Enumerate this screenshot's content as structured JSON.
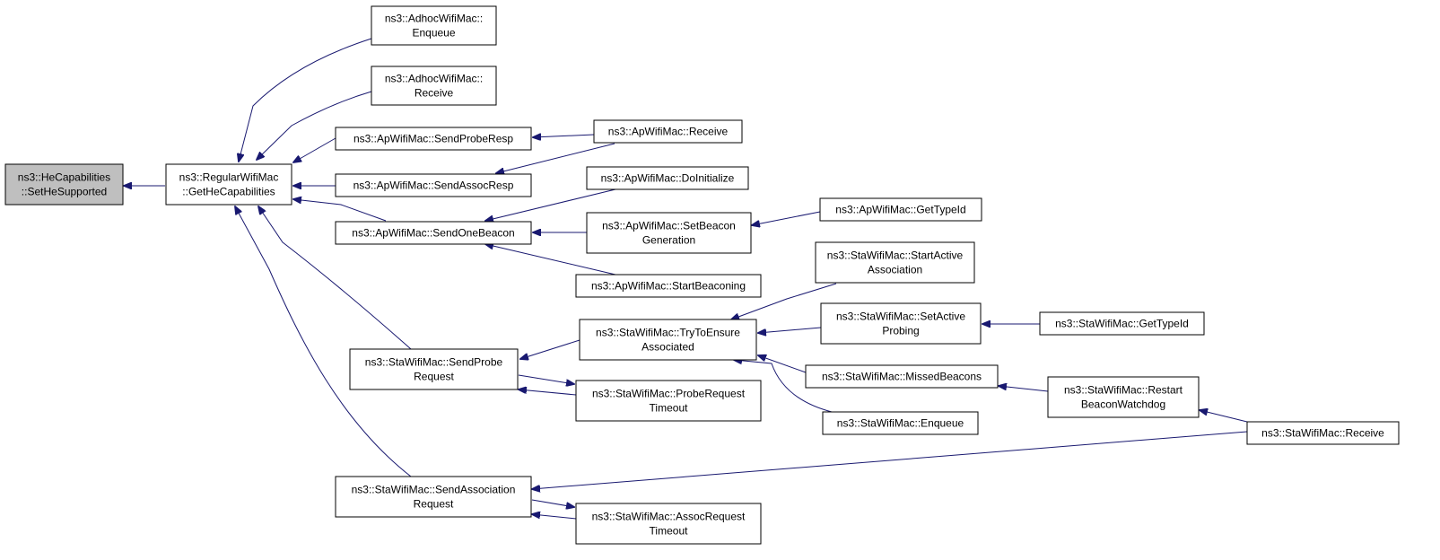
{
  "colors": {
    "edge": "#191970",
    "root_fill": "#bfbfbf",
    "node_fill": "#ffffff",
    "border": "#000000"
  },
  "nodes": [
    {
      "id": "n0",
      "lines": [
        "ns3::HeCapabilities",
        "::SetHeSupported"
      ],
      "highlighted": true
    },
    {
      "id": "n1",
      "lines": [
        "ns3::RegularWifiMac",
        "::GetHeCapabilities"
      ]
    },
    {
      "id": "n2",
      "lines": [
        "ns3::AdhocWifiMac::",
        "Enqueue"
      ]
    },
    {
      "id": "n3",
      "lines": [
        "ns3::AdhocWifiMac::",
        "Receive"
      ]
    },
    {
      "id": "n4",
      "lines": [
        "ns3::ApWifiMac::SendProbeResp"
      ]
    },
    {
      "id": "n5",
      "lines": [
        "ns3::ApWifiMac::SendAssocResp"
      ]
    },
    {
      "id": "n6",
      "lines": [
        "ns3::ApWifiMac::SendOneBeacon"
      ]
    },
    {
      "id": "n7",
      "lines": [
        "ns3::StaWifiMac::SendProbe",
        "Request"
      ]
    },
    {
      "id": "n8",
      "lines": [
        "ns3::StaWifiMac::SendAssociation",
        "Request"
      ]
    },
    {
      "id": "n9",
      "lines": [
        "ns3::ApWifiMac::Receive"
      ]
    },
    {
      "id": "n10",
      "lines": [
        "ns3::ApWifiMac::DoInitialize"
      ]
    },
    {
      "id": "n11",
      "lines": [
        "ns3::ApWifiMac::SetBeacon",
        "Generation"
      ]
    },
    {
      "id": "n12",
      "lines": [
        "ns3::ApWifiMac::StartBeaconing"
      ]
    },
    {
      "id": "n13",
      "lines": [
        "ns3::StaWifiMac::TryToEnsure",
        "Associated"
      ]
    },
    {
      "id": "n14",
      "lines": [
        "ns3::StaWifiMac::ProbeRequest",
        "Timeout"
      ]
    },
    {
      "id": "n15",
      "lines": [
        "ns3::StaWifiMac::AssocRequest",
        "Timeout"
      ]
    },
    {
      "id": "n16",
      "lines": [
        "ns3::ApWifiMac::GetTypeId"
      ]
    },
    {
      "id": "n17",
      "lines": [
        "ns3::StaWifiMac::StartActive",
        "Association"
      ]
    },
    {
      "id": "n18",
      "lines": [
        "ns3::StaWifiMac::SetActive",
        "Probing"
      ]
    },
    {
      "id": "n19",
      "lines": [
        "ns3::StaWifiMac::MissedBeacons"
      ]
    },
    {
      "id": "n20",
      "lines": [
        "ns3::StaWifiMac::Enqueue"
      ]
    },
    {
      "id": "n21",
      "lines": [
        "ns3::StaWifiMac::GetTypeId"
      ]
    },
    {
      "id": "n22",
      "lines": [
        "ns3::StaWifiMac::Restart",
        "BeaconWatchdog"
      ]
    },
    {
      "id": "n23",
      "lines": [
        "ns3::StaWifiMac::Receive"
      ]
    }
  ],
  "edges": [
    {
      "from": "n1",
      "to": "n0"
    },
    {
      "from": "n2",
      "to": "n1"
    },
    {
      "from": "n3",
      "to": "n1"
    },
    {
      "from": "n4",
      "to": "n1"
    },
    {
      "from": "n5",
      "to": "n1"
    },
    {
      "from": "n6",
      "to": "n1"
    },
    {
      "from": "n7",
      "to": "n1"
    },
    {
      "from": "n8",
      "to": "n1"
    },
    {
      "from": "n9",
      "to": "n4"
    },
    {
      "from": "n9",
      "to": "n5"
    },
    {
      "from": "n10",
      "to": "n6"
    },
    {
      "from": "n11",
      "to": "n6"
    },
    {
      "from": "n12",
      "to": "n6"
    },
    {
      "from": "n16",
      "to": "n11"
    },
    {
      "from": "n13",
      "to": "n7"
    },
    {
      "from": "n14",
      "to": "n7"
    },
    {
      "from": "n7",
      "to": "n14"
    },
    {
      "from": "n17",
      "to": "n13"
    },
    {
      "from": "n18",
      "to": "n13"
    },
    {
      "from": "n19",
      "to": "n13"
    },
    {
      "from": "n20",
      "to": "n13"
    },
    {
      "from": "n21",
      "to": "n18"
    },
    {
      "from": "n22",
      "to": "n19"
    },
    {
      "from": "n23",
      "to": "n22"
    },
    {
      "from": "n23",
      "to": "n8"
    },
    {
      "from": "n15",
      "to": "n8"
    },
    {
      "from": "n8",
      "to": "n15"
    }
  ]
}
